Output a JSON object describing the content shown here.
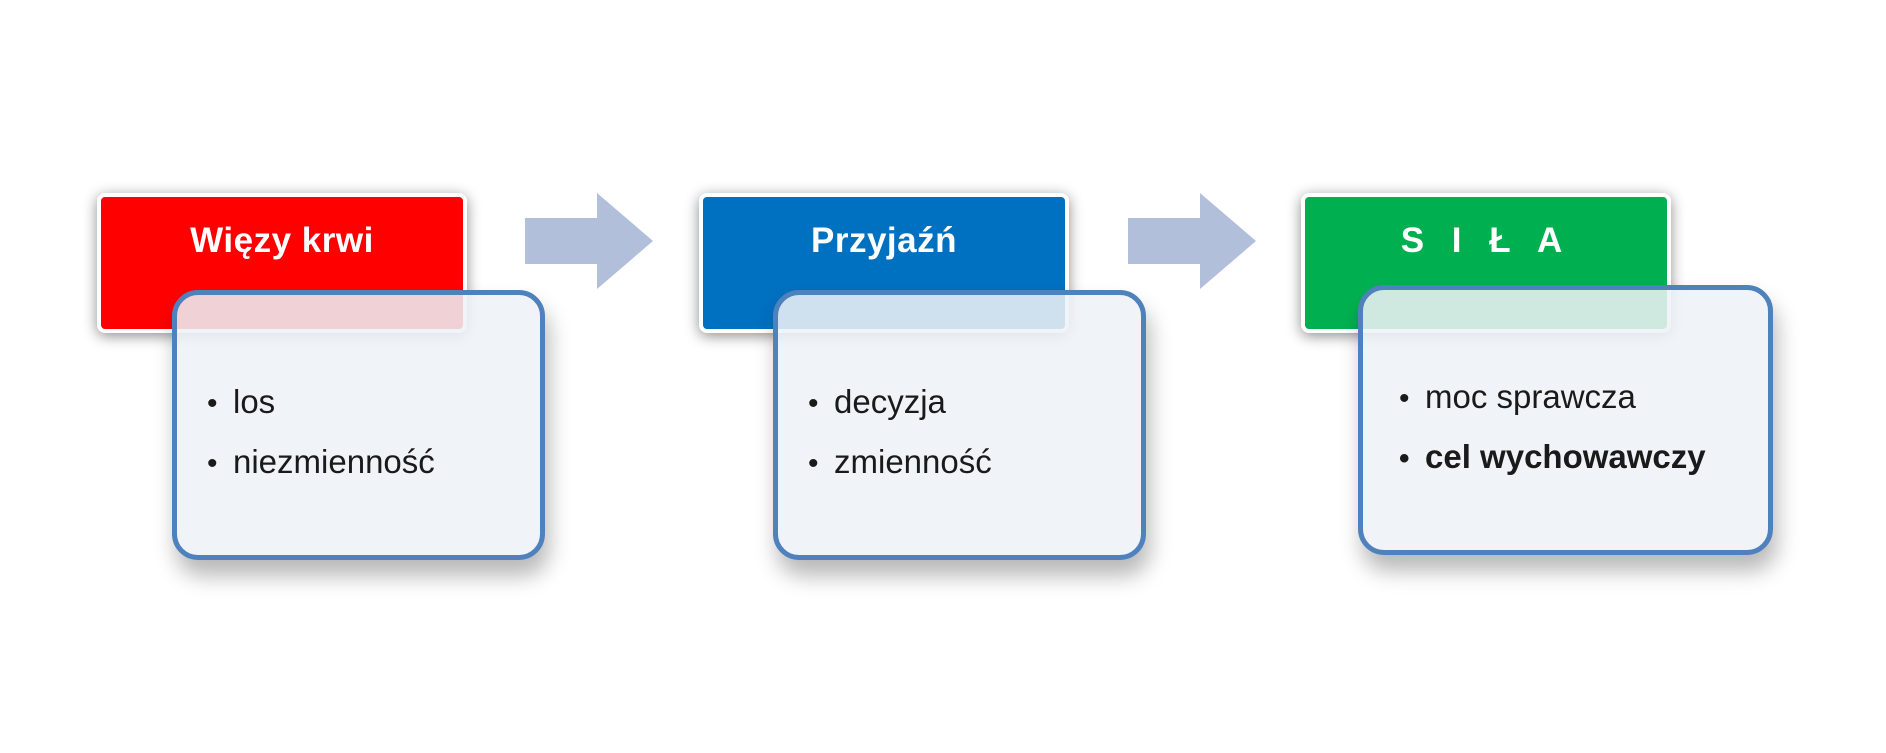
{
  "colors": {
    "stage1": "#ff0000",
    "stage2": "#0070c0",
    "stage3": "#00b050",
    "arrow": "#b1bfdb",
    "body_border": "#4f81bd"
  },
  "stages": [
    {
      "title": "Więzy krwi",
      "items": [
        "los",
        "niezmienność"
      ]
    },
    {
      "title": "Przyjaźń",
      "items": [
        "decyzja",
        "zmienność"
      ]
    },
    {
      "title": "S I Ł A",
      "items": [
        "moc sprawcza",
        "cel wychowawczy"
      ]
    }
  ],
  "bullet_symbol": "•"
}
